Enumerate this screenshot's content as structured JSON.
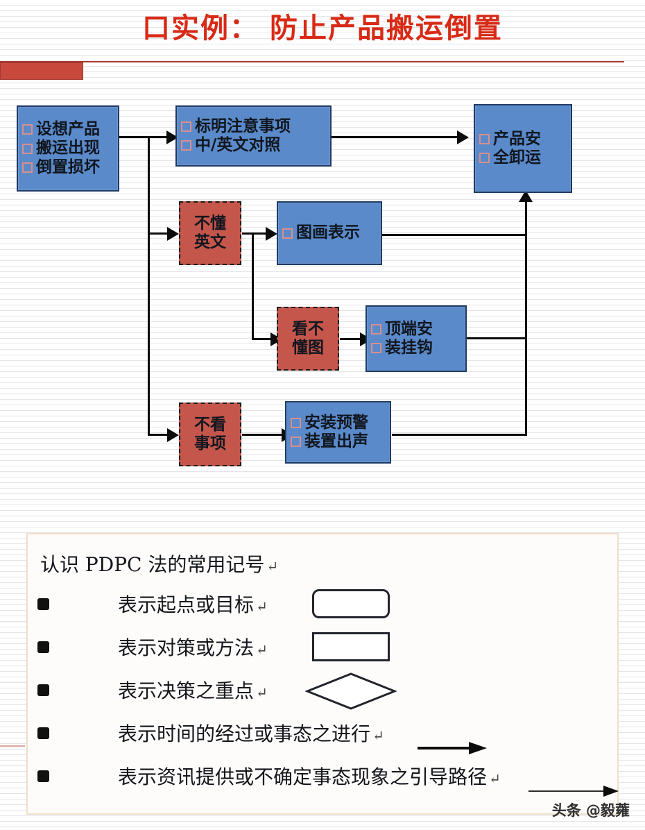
{
  "page": {
    "title": "口实例：  防止产品搬运倒置",
    "watermark": "头条 @毅蕹"
  },
  "colors": {
    "title_red": "#d82a16",
    "accent_red": "#c8483c",
    "node_blue": "#5a8ac9",
    "node_blue_border": "#1f3a63",
    "node_red": "#c4564b",
    "bullet_square": "#d98f8c",
    "legend_border": "#f0dfc8",
    "connector": "#0c0c0c"
  },
  "flowchart": {
    "nodes": [
      {
        "id": "start",
        "type": "blue",
        "lines": [
          "设想产品",
          "搬运出现",
          "倒置损坏"
        ],
        "bullets": true
      },
      {
        "id": "mark-notice",
        "type": "blue",
        "lines": [
          "标明注意事项",
          "中/英文对照"
        ],
        "bullets": true
      },
      {
        "id": "goal",
        "type": "blue",
        "lines": [
          "产品安",
          "全卸运"
        ],
        "bullets": true
      },
      {
        "id": "no-english",
        "type": "red",
        "lines": [
          "不懂",
          "英文"
        ],
        "bullets": false
      },
      {
        "id": "picture",
        "type": "blue",
        "lines": [
          "图画表示"
        ],
        "bullets": true
      },
      {
        "id": "no-picture",
        "type": "red",
        "lines": [
          "看不",
          "懂图"
        ],
        "bullets": false
      },
      {
        "id": "top-hook",
        "type": "blue",
        "lines": [
          "顶端安",
          "装挂钩"
        ],
        "bullets": true
      },
      {
        "id": "no-read",
        "type": "red",
        "lines": [
          "不看",
          "事项"
        ],
        "bullets": false
      },
      {
        "id": "alarm",
        "type": "blue",
        "lines": [
          "安装预警",
          "装置出声"
        ],
        "bullets": true
      }
    ]
  },
  "legend": {
    "title": "认识 PDPC 法的常用记号",
    "pilcrow": "↵",
    "rows": [
      {
        "text": "表示起点或目标",
        "symbol": "rounded-rectangle"
      },
      {
        "text": "表示对策或方法",
        "symbol": "rectangle"
      },
      {
        "text": "表示决策之重点",
        "symbol": "diamond"
      },
      {
        "text": "表示时间的经过或事态之进行",
        "symbol": "thick-arrow"
      },
      {
        "text": "表示资讯提供或不确定事态现象之引导路径",
        "symbol": "thin-arrow"
      }
    ]
  }
}
